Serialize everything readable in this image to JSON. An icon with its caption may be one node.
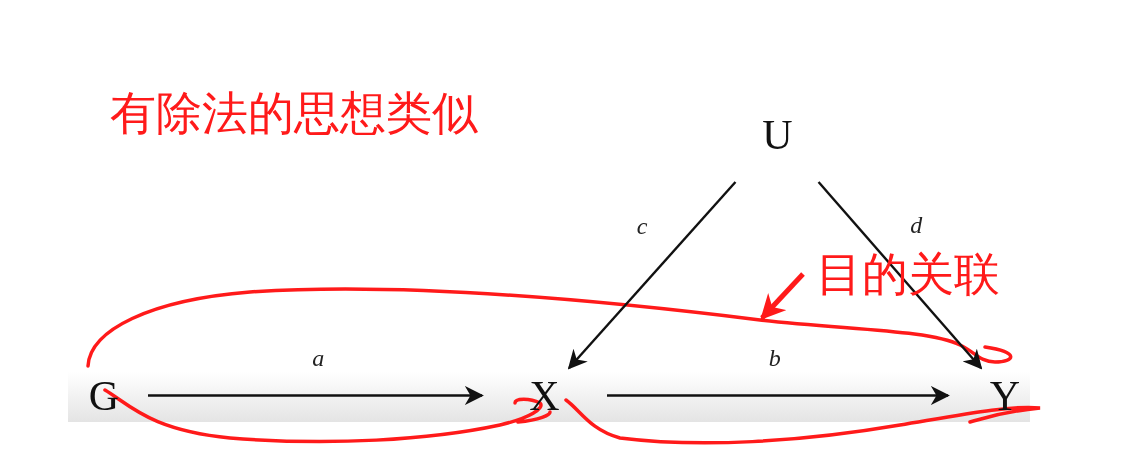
{
  "diagram": {
    "nodes": [
      {
        "text": [
          "U"
        ]
      },
      {
        "text": [
          "G"
        ]
      },
      {
        "text": [
          "X"
        ]
      },
      {
        "text": [
          "Y"
        ]
      },
      {
        "text": [
          "目的关联"
        ]
      }
    ],
    "edges": [
      {
        "from": 1,
        "to": 2,
        "arrow": "to",
        "label": "a"
      },
      {
        "from": 2,
        "to": 3,
        "arrow": "to",
        "label": "b"
      },
      {
        "from": 0,
        "to": 2,
        "arrow": "to",
        "label": "c"
      },
      {
        "from": 0,
        "to": 3,
        "arrow": "to",
        "label": "d"
      },
      {
        "from": 4,
        "to": null,
        "arrow": "to",
        "style": "thick",
        "color": "#ff1a1a"
      }
    ],
    "labels": [
      "有除法的思想类似"
    ]
  }
}
